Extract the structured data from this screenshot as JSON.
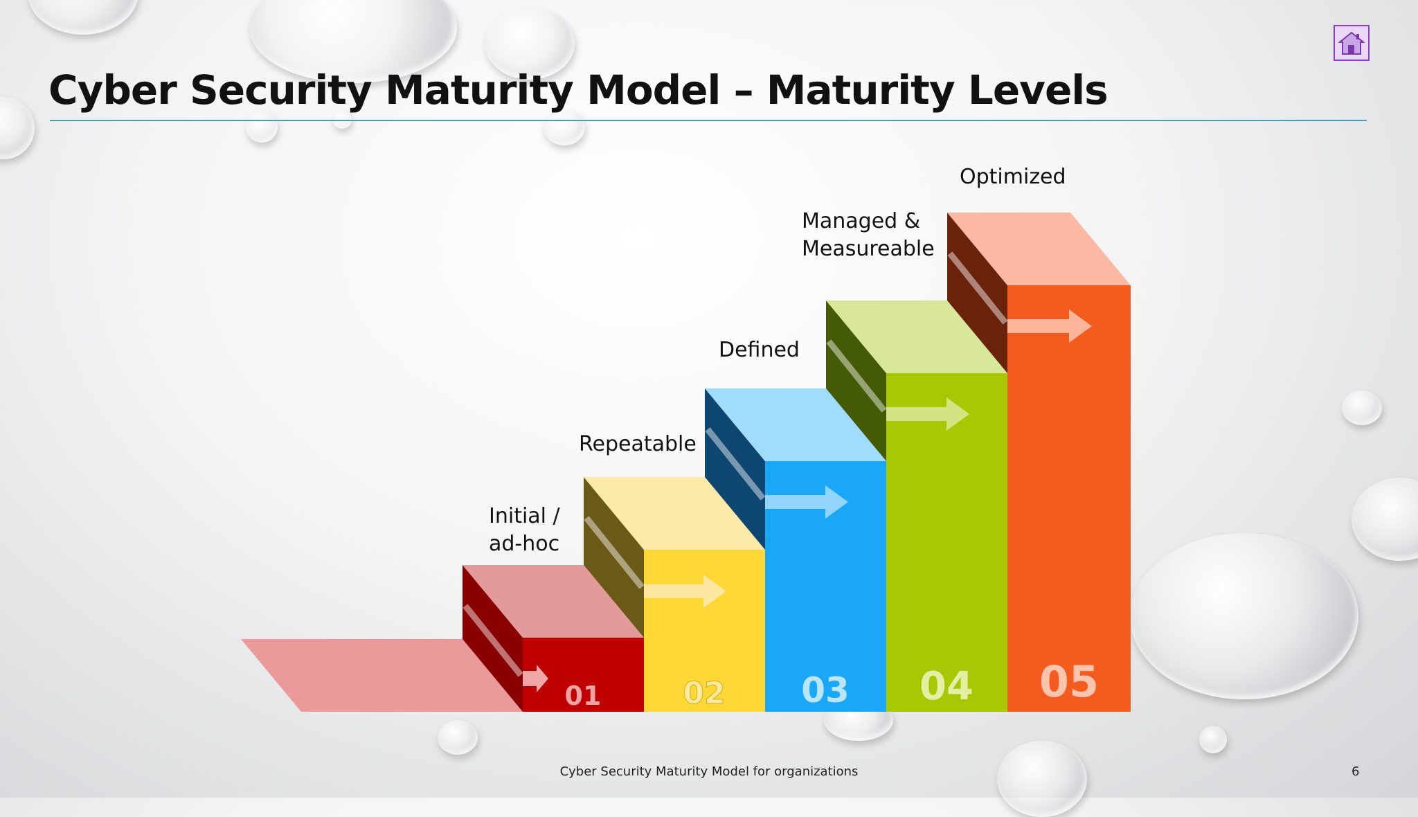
{
  "slide": {
    "title": "Cyber Security Maturity Model – Maturity Levels",
    "footer": "Cyber Security Maturity Model for organizations",
    "page_number": "6",
    "home_icon": "home-icon"
  },
  "levels": [
    {
      "number": "01",
      "label_line1": "Initial /",
      "label_line2": "ad-hoc",
      "color": "#c00000"
    },
    {
      "number": "02",
      "label_line1": "Repeatable",
      "label_line2": "",
      "color": "#fdd736"
    },
    {
      "number": "03",
      "label_line1": "Defined",
      "label_line2": "",
      "color": "#1aa7f7"
    },
    {
      "number": "04",
      "label_line1": "Managed &",
      "label_line2": "Measureable",
      "color": "#a8c806"
    },
    {
      "number": "05",
      "label_line1": "Optimized",
      "label_line2": "",
      "color": "#f35c1e"
    }
  ]
}
